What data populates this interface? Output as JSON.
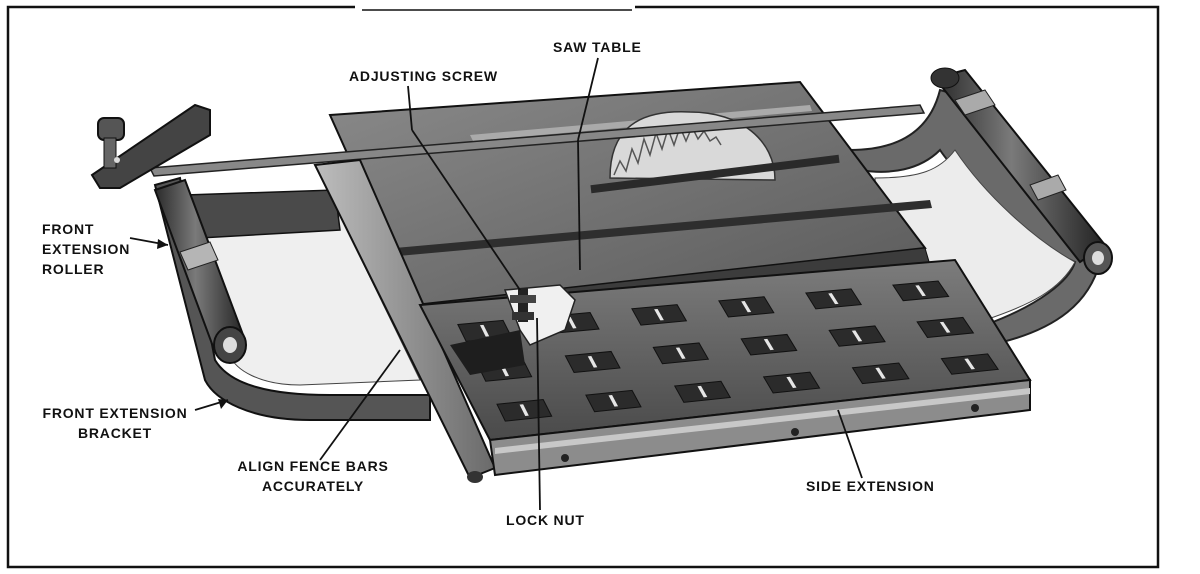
{
  "labels": {
    "saw_table": "SAW TABLE",
    "adjusting_screw": "ADJUSTING SCREW",
    "front_extension_roller": [
      "FRONT",
      "EXTENSION",
      "ROLLER"
    ],
    "front_extension_bracket": [
      "FRONT EXTENSION",
      "BRACKET"
    ],
    "align_fence_bars": [
      "ALIGN FENCE BARS",
      "ACCURATELY"
    ],
    "lock_nut": "LOCK NUT",
    "side_extension": "SIDE EXTENSION"
  },
  "colors": {
    "paper": "#ffffff",
    "frame": "#111111",
    "metal_dark": "#3a3a3a",
    "metal_mid": "#6e6e6e",
    "metal_light": "#9a9a9a",
    "highlight": "#d8d8d8"
  }
}
